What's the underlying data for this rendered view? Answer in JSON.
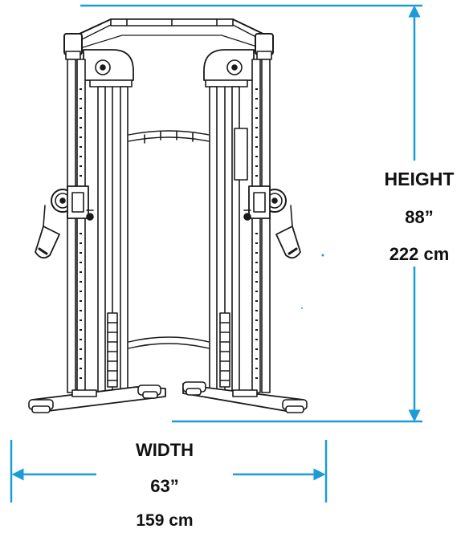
{
  "height_dimension": {
    "label": "HEIGHT",
    "imperial": "88”",
    "metric": "222 cm"
  },
  "width_dimension": {
    "label": "WIDTH",
    "imperial": "63”",
    "metric": "159 cm"
  },
  "colors": {
    "dimension_line": "#1b9bd8",
    "frame_stroke": "#1a1a1a",
    "label_text": "#111111"
  }
}
